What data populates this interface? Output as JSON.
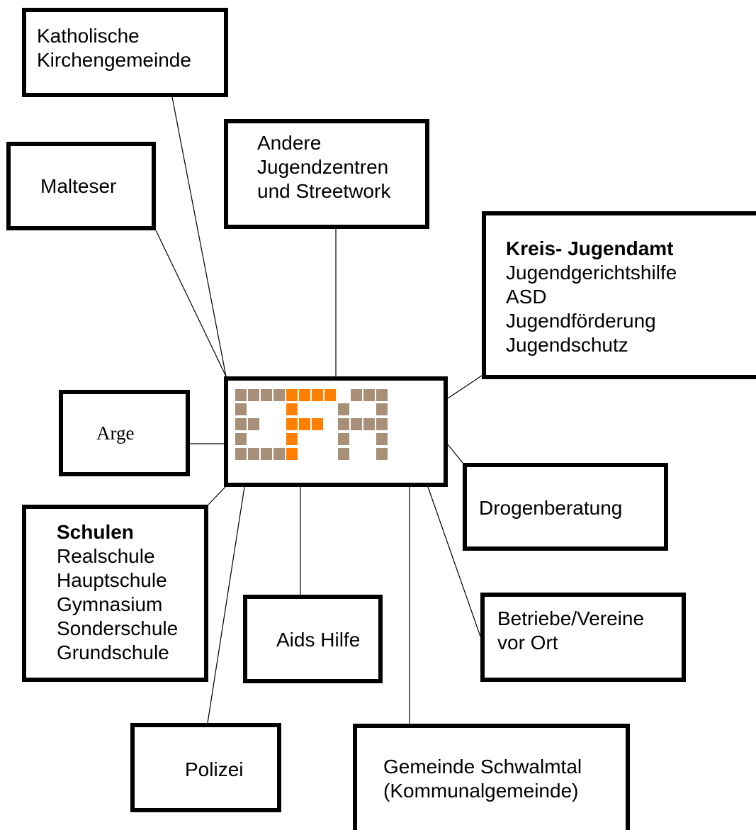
{
  "nodes": {
    "kath": {
      "lines": [
        "Katholische",
        "Kirchengemeinde"
      ]
    },
    "malt": {
      "lines": [
        "Malteser"
      ]
    },
    "andere": {
      "lines": [
        "Andere",
        "Jugendzentren",
        "und Streetwork"
      ]
    },
    "kreis": {
      "title": "Kreis- Jugendamt",
      "lines": [
        "Jugendgerichtshilfe",
        "ASD",
        "Jugendförderung",
        "Jugendschutz"
      ]
    },
    "arge": {
      "lines": [
        "Arge"
      ]
    },
    "drogen": {
      "lines": [
        "Drogenberatung"
      ]
    },
    "schul": {
      "title": "Schulen",
      "lines": [
        "Realschule",
        "Hauptschule",
        "Gymnasium",
        "Sonderschule",
        "Grundschule"
      ]
    },
    "aids": {
      "lines": [
        "Aids Hilfe"
      ]
    },
    "betr": {
      "lines": [
        "Betriebe/Vereine",
        "vor Ort"
      ]
    },
    "poliz": {
      "lines": [
        "Polizei"
      ]
    },
    "gemein": {
      "lines": [
        "Gemeinde Schwalmtal",
        "(Kommunalgemeinde)"
      ]
    }
  },
  "center_logo": {
    "letters": [
      "E",
      "F",
      "A"
    ],
    "colors": {
      "primary": "#a89078",
      "accent": "#ff8000"
    },
    "accent_letter": "F"
  },
  "colors": {
    "border": "#000000",
    "line": "#000000",
    "background": "#ffffff"
  }
}
